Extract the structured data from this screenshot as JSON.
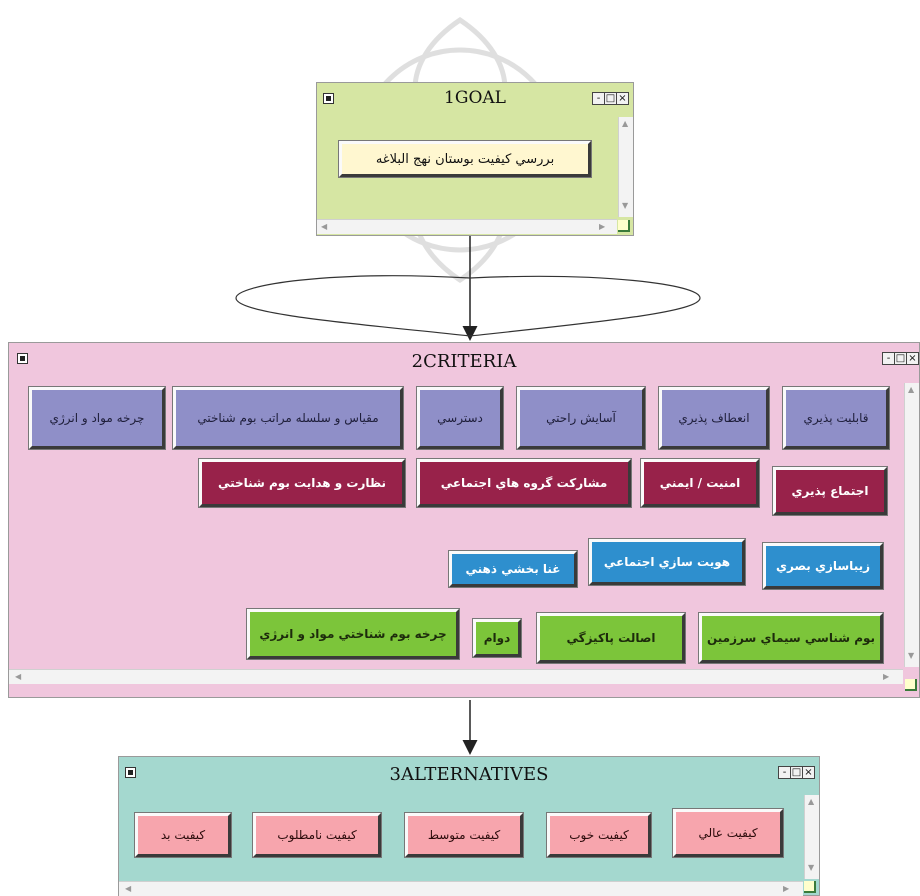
{
  "goal_window": {
    "title": "1GOAL",
    "node": "بررسي کيفيت بوستان نهج البلاغه",
    "controls": [
      "-",
      "□",
      "×"
    ]
  },
  "criteria_window": {
    "title": "2CRITERIA",
    "controls": [
      "-",
      "□",
      "×"
    ],
    "rows": [
      [
        "قابليت پذيري",
        "انعطاف پذيري",
        "آسايش  راحتي",
        "دسترسي",
        "مقياس و سلسله مراتب بوم شناختي",
        "چرخه مواد و انرژي"
      ],
      [
        "اجتماع پذيري",
        "امنيت / ايمني",
        "مشارکت گروه هاي اجتماعي",
        "نظارت و هدايت بوم شناختي"
      ],
      [
        "زيباسازي بصري",
        "هويت سازي اجتماعي",
        "غنا بخشي ذهني"
      ],
      [
        "بوم شناسي سيماي سرزمين",
        "اصالت  پاکيزگي",
        "دوام",
        "چرخه بوم شناختي مواد و انرژي"
      ]
    ]
  },
  "alternatives_window": {
    "title": "3ALTERNATIVES",
    "controls": [
      "-",
      "□",
      "×"
    ],
    "items": [
      "کيفيت عالي",
      "کيفيت خوب",
      "کيفيت متوسط",
      "کيفيت نامطلوب",
      "کيفيت بد"
    ]
  },
  "colors": {
    "goal_bg": "#d6e6a3",
    "criteria_bg": "#f0c6dd",
    "alternatives_bg": "#a4d8cf",
    "purple": "#8f8fc8",
    "maroon": "#98224a",
    "blue": "#2e8fce",
    "green": "#7cc53a",
    "pink": "#f7a5ad"
  }
}
